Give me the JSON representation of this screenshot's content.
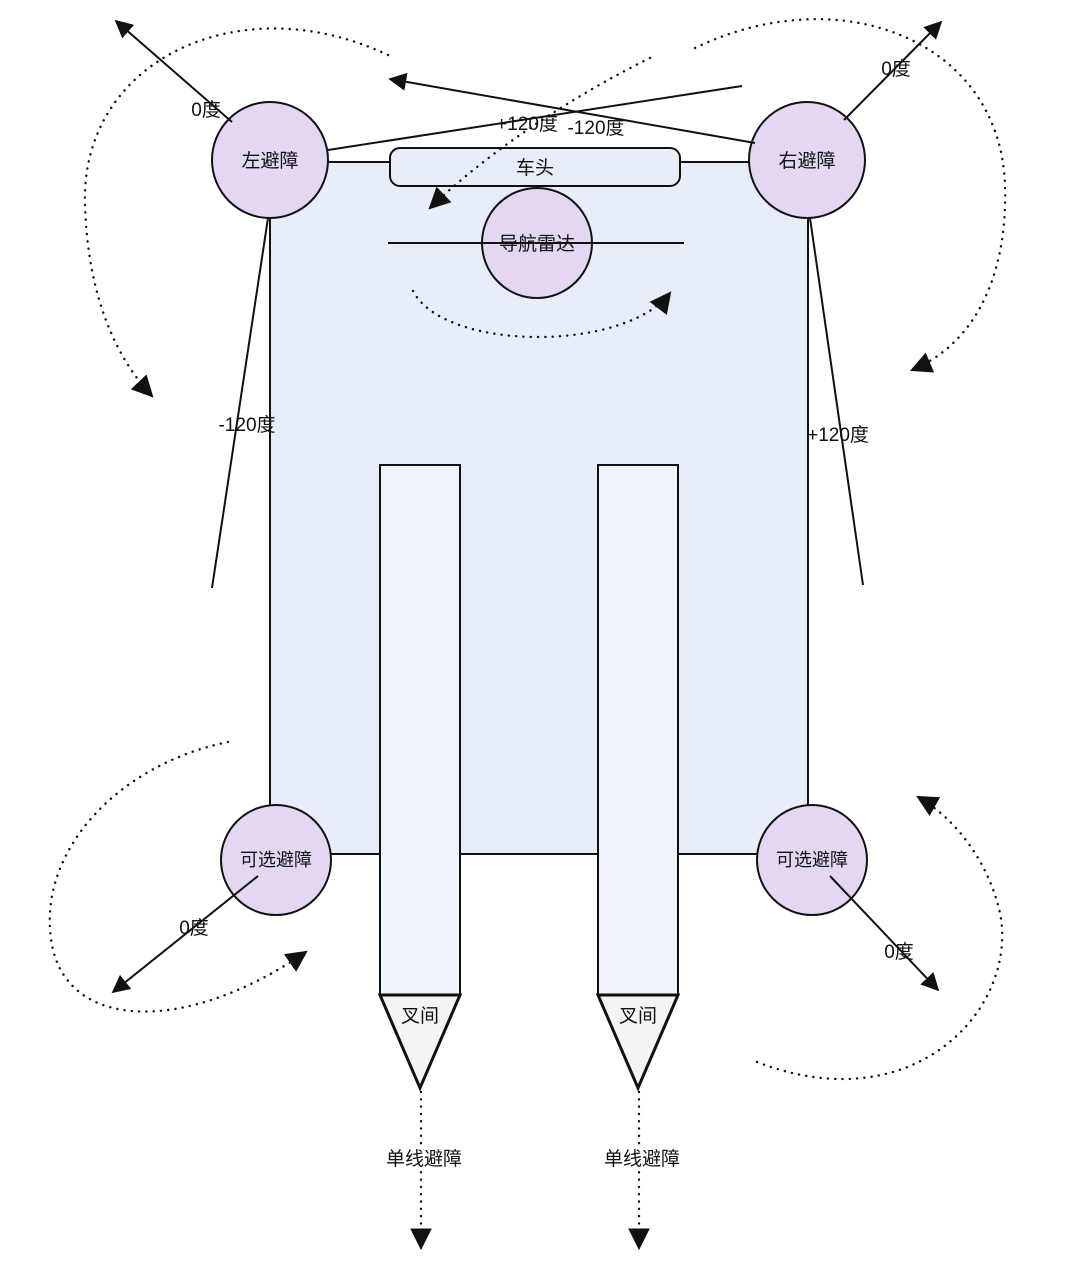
{
  "diagram": {
    "colors": {
      "body_fill": "#E8EEF9",
      "head_fill": "#E8EEF9",
      "fork_fill": "#EFF3FB",
      "tip_fill": "#F4F4F4",
      "circle_fill": "#E3D7F3",
      "line": "#111111"
    },
    "sensors": {
      "left": "左避障",
      "right": "右避障",
      "nav": "导航雷达",
      "optional_left": "可选避障",
      "optional_right": "可选避障"
    },
    "parts": {
      "head": "车头",
      "fork_tip_left": "叉间",
      "fork_tip_right": "叉间"
    },
    "angles": {
      "tl_zero": "0度",
      "tr_zero": "0度",
      "plus120_top": "+120度",
      "minus120_top": "-120度",
      "minus120_side": "-120度",
      "plus120_side": "+120度",
      "bl_zero": "0度",
      "br_zero": "0度"
    },
    "beams": {
      "left": "单线避障",
      "right": "单线避障"
    }
  }
}
